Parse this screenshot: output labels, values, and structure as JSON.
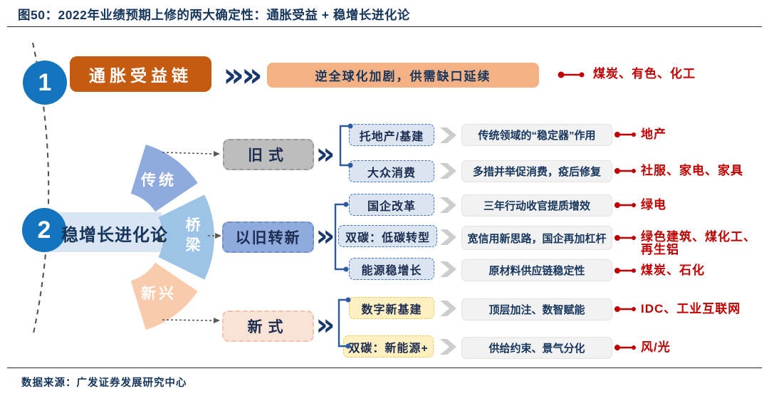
{
  "title": "图50：2022年业绩预期上修的两大确定性：通胀受益 + 稳增长进化论",
  "source": "数据来源：广发证券发展研究中心",
  "icons": {
    "chevron_double": "»",
    "chevron_quad": "»»"
  },
  "colors": {
    "navy_text": "#17365d",
    "red_tag": "#c00000",
    "circle_blue": "#1474bd",
    "dark_orange": "#c55a11",
    "light_orange": "#f4b183",
    "fan_traditional": "#8faadc",
    "fan_bridge": "#9dc3e6",
    "fan_emerging": "#f8cbad",
    "old_gray": "#bdbdbd",
    "blue_branch": "#dbe5f2",
    "yellow_branch": "#fff0c2",
    "result_gray": "#f2f2f2"
  },
  "inflation": {
    "number": "1",
    "label": "通胀受益链",
    "driver": "逆全球化加剧，供需缺口延续",
    "tags": "煤炭、有色、化工"
  },
  "growth": {
    "number": "2",
    "label": "稳增长进化论",
    "fan": {
      "top": "传统",
      "middle": "桥梁",
      "bottom": "新兴"
    },
    "groups": [
      {
        "label": "旧式"
      },
      {
        "label": "以旧转新"
      },
      {
        "label": "新式"
      }
    ],
    "rows": [
      {
        "branch": "托地产/基建",
        "desc": "传统领域的“稳定器”作用",
        "tags": "地产"
      },
      {
        "branch": "大众消费",
        "desc": "多措并举促消费，疫后修复",
        "tags": "社服、家电、家具"
      },
      {
        "branch": "国企改革",
        "desc": "三年行动收官提质增效",
        "tags": "绿电"
      },
      {
        "branch": "双碳：低碳转型",
        "desc": "宽信用新思路，国企再加杠杆",
        "tags": "绿色建筑、煤化工、再生铝"
      },
      {
        "branch": "能源稳增长",
        "desc": "原材料供应链稳定性",
        "tags": "煤炭、石化"
      },
      {
        "branch": "数字新基建",
        "desc": "顶层加注、数智赋能",
        "tags": "IDC、工业互联网"
      },
      {
        "branch": "双碳：新能源+",
        "desc": "供给约束、景气分化",
        "tags": "风/光"
      }
    ]
  }
}
